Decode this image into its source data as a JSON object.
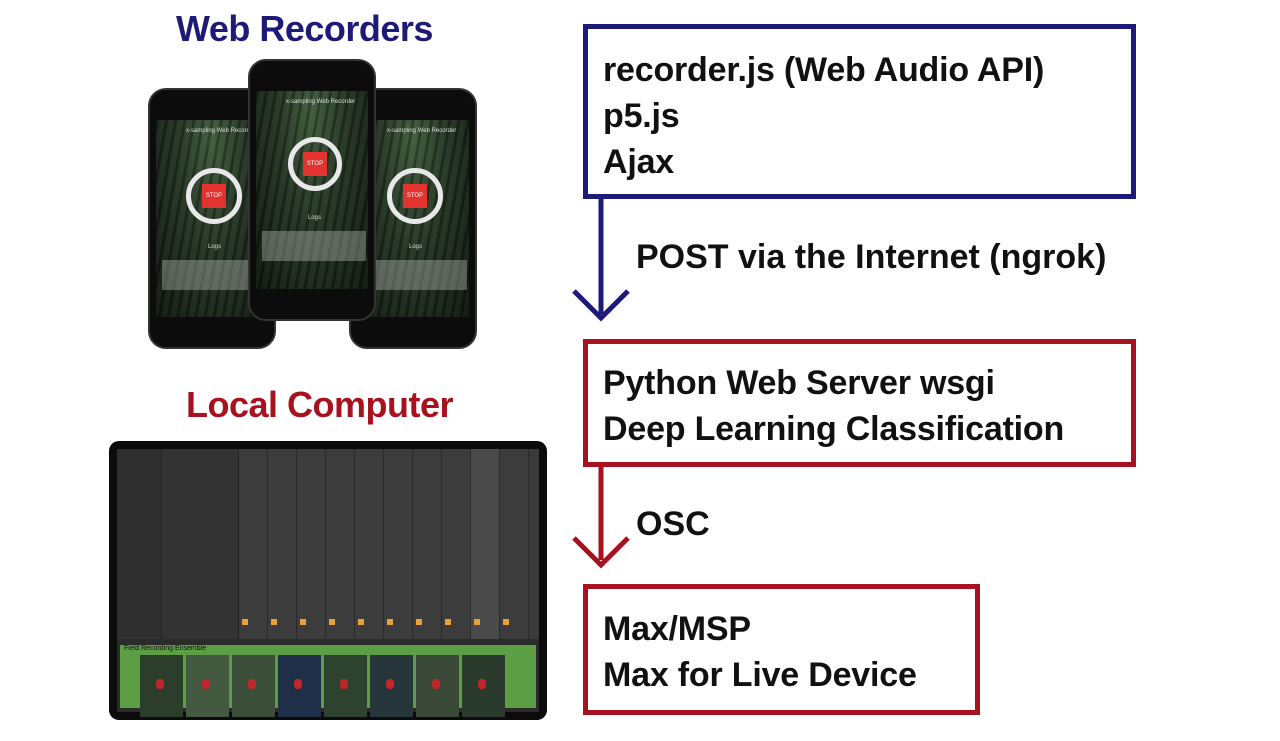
{
  "headings": {
    "web_recorders": "Web Recorders",
    "local_computer": "Local Computer"
  },
  "boxes": {
    "client": [
      "recorder.js (Web Audio API)",
      "p5.js",
      "Ajax"
    ],
    "server": [
      "Python Web Server wsgi",
      "Deep Learning Classification"
    ],
    "max": [
      "Max/MSP",
      "Max for Live Device"
    ]
  },
  "edges": {
    "post": "POST via the Internet (ngrok)",
    "osc": "OSC"
  },
  "phone_screen": {
    "app_title": "x-sampling Web Recorder",
    "stop_label": "STOP",
    "logs_label": "Logs"
  },
  "device_title": "Field Recording Ensemble",
  "colors": {
    "blue": "#1e1a78",
    "red": "#a8121f"
  }
}
